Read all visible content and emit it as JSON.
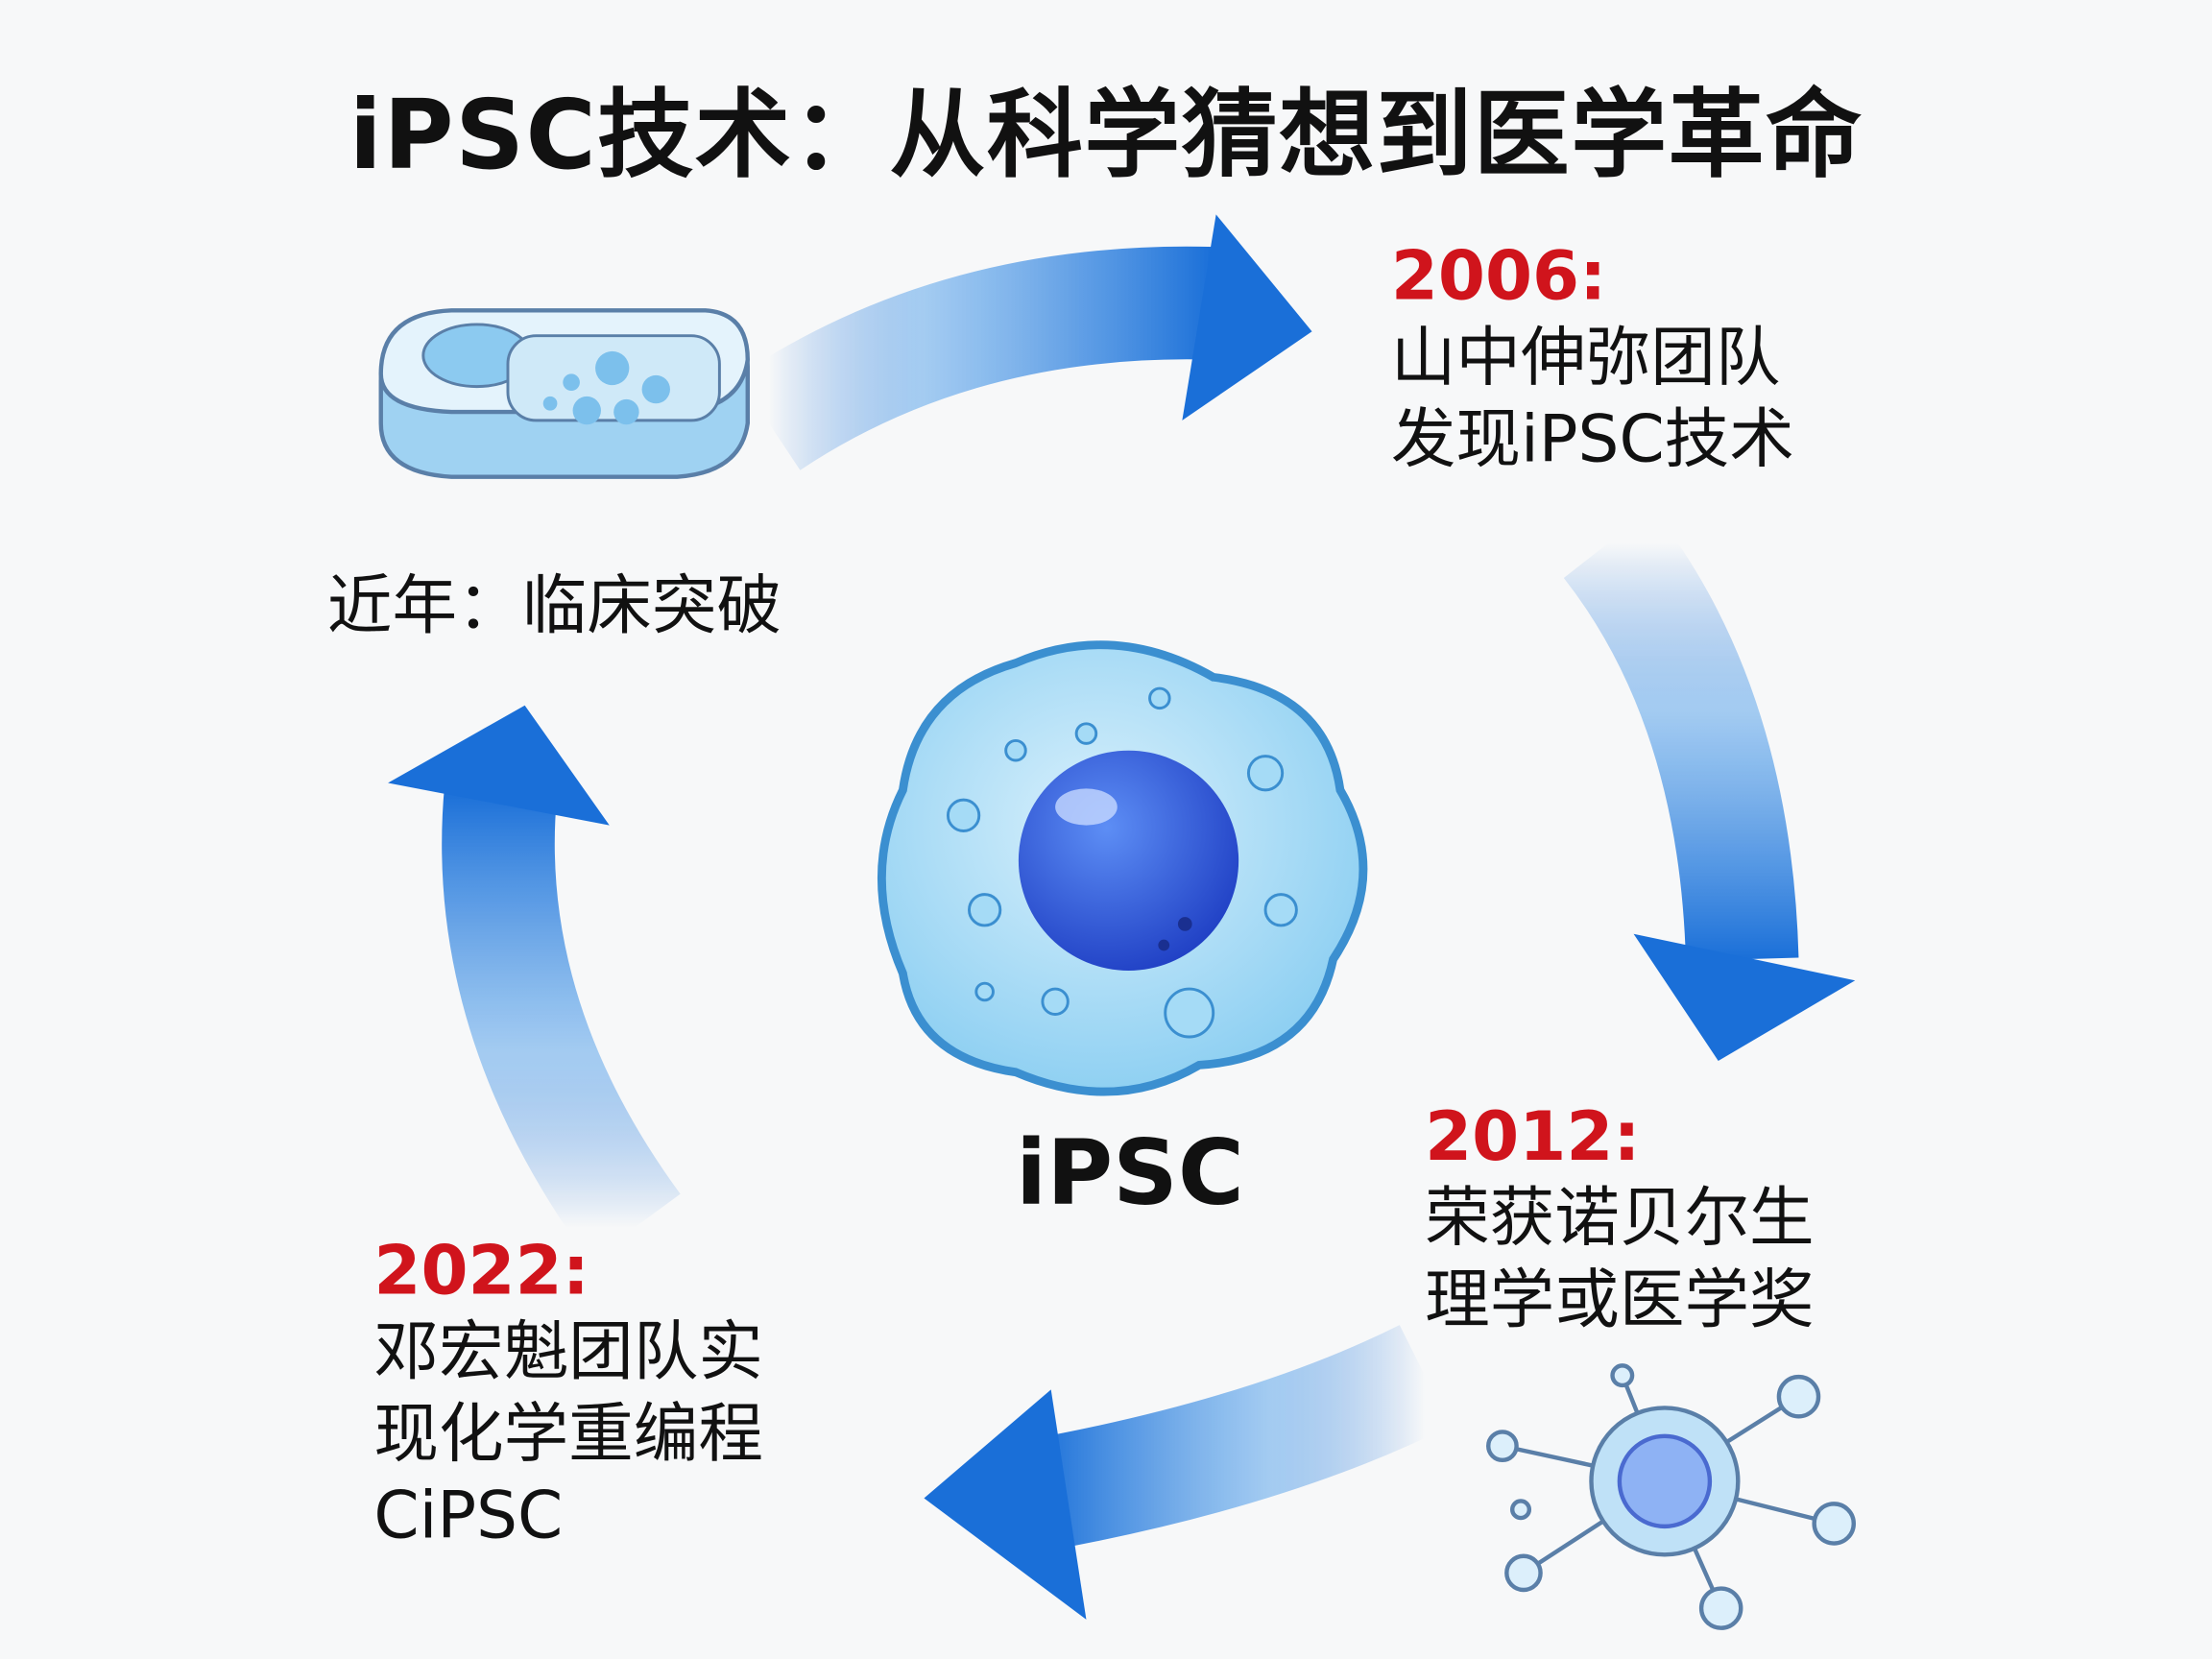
{
  "title": "iPSC技术：从科学猜想到医学革命",
  "center_label": "iPSC",
  "milestones": [
    {
      "year": "2006:",
      "lines": [
        "山中伸弥团队",
        "发现iPSC技术"
      ]
    },
    {
      "year": "2012:",
      "lines": [
        "荣获诺贝尔生",
        "理学或医学奖"
      ]
    },
    {
      "year": "2022:",
      "lines": [
        "邓宏魁团队实",
        "现化学重编程",
        "CiPSC"
      ]
    }
  ],
  "recent": "近年：临床突破",
  "colors": {
    "year": "#d0141c",
    "arrow": "#1a6fd8",
    "cell": "#8fd0f2",
    "nucleus": "#2a56d8"
  }
}
